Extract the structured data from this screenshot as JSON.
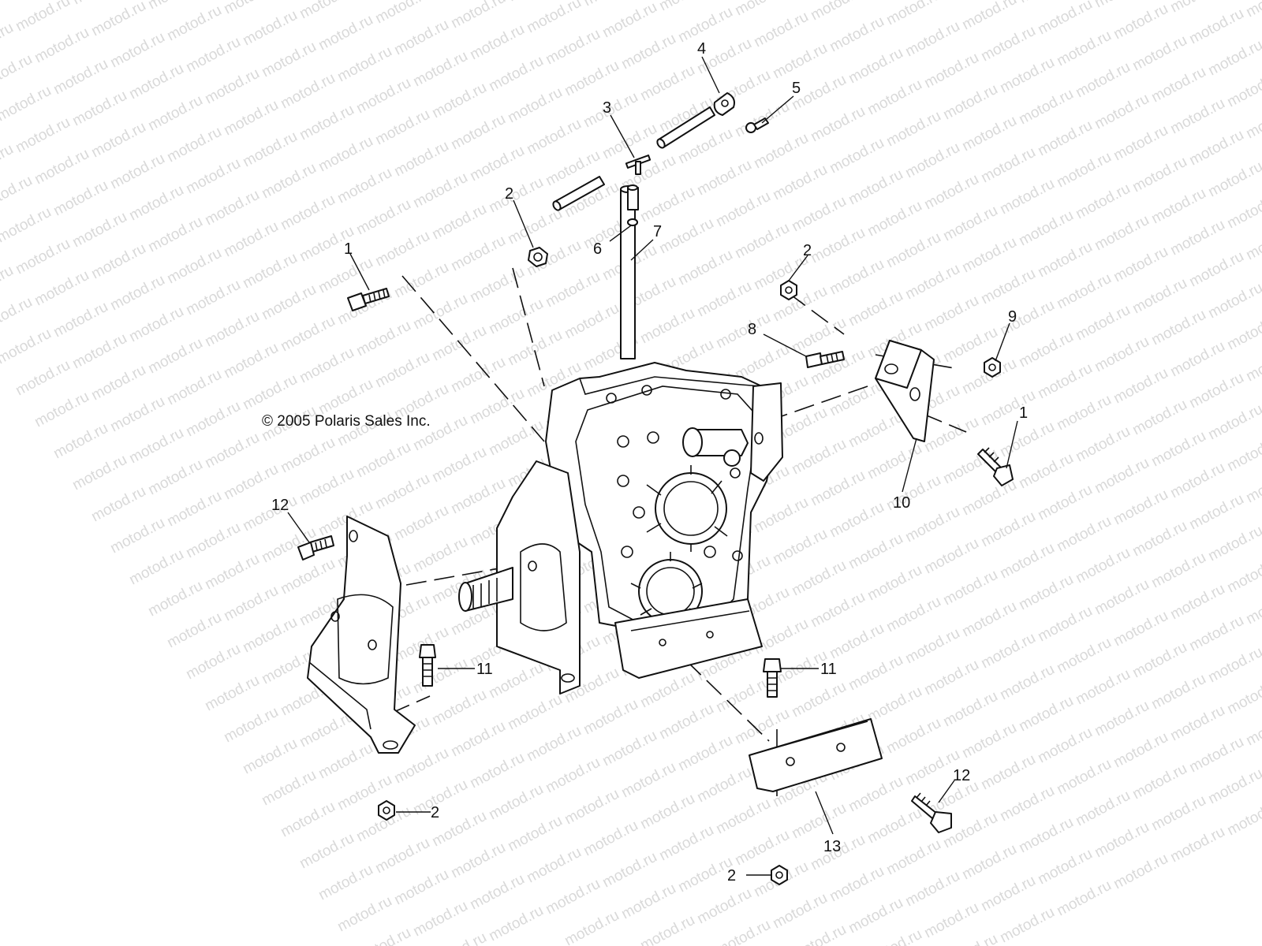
{
  "watermark": {
    "text": "motod.ru",
    "color": "#d9d9d9"
  },
  "copyright": "© 2005 Polaris Sales Inc.",
  "callouts": [
    {
      "id": "c1a",
      "label": "1"
    },
    {
      "id": "c1b",
      "label": "1"
    },
    {
      "id": "c2a",
      "label": "2"
    },
    {
      "id": "c2b",
      "label": "2"
    },
    {
      "id": "c2c",
      "label": "2"
    },
    {
      "id": "c2d",
      "label": "2"
    },
    {
      "id": "c3",
      "label": "3"
    },
    {
      "id": "c4",
      "label": "4"
    },
    {
      "id": "c5",
      "label": "5"
    },
    {
      "id": "c6",
      "label": "6"
    },
    {
      "id": "c7",
      "label": "7"
    },
    {
      "id": "c8",
      "label": "8"
    },
    {
      "id": "c9",
      "label": "9"
    },
    {
      "id": "c10",
      "label": "10"
    },
    {
      "id": "c11a",
      "label": "11"
    },
    {
      "id": "c11b",
      "label": "11"
    },
    {
      "id": "c12a",
      "label": "12"
    },
    {
      "id": "c12b",
      "label": "12"
    },
    {
      "id": "c13",
      "label": "13"
    }
  ],
  "colors": {
    "line": "#111111",
    "background": "#ffffff"
  }
}
